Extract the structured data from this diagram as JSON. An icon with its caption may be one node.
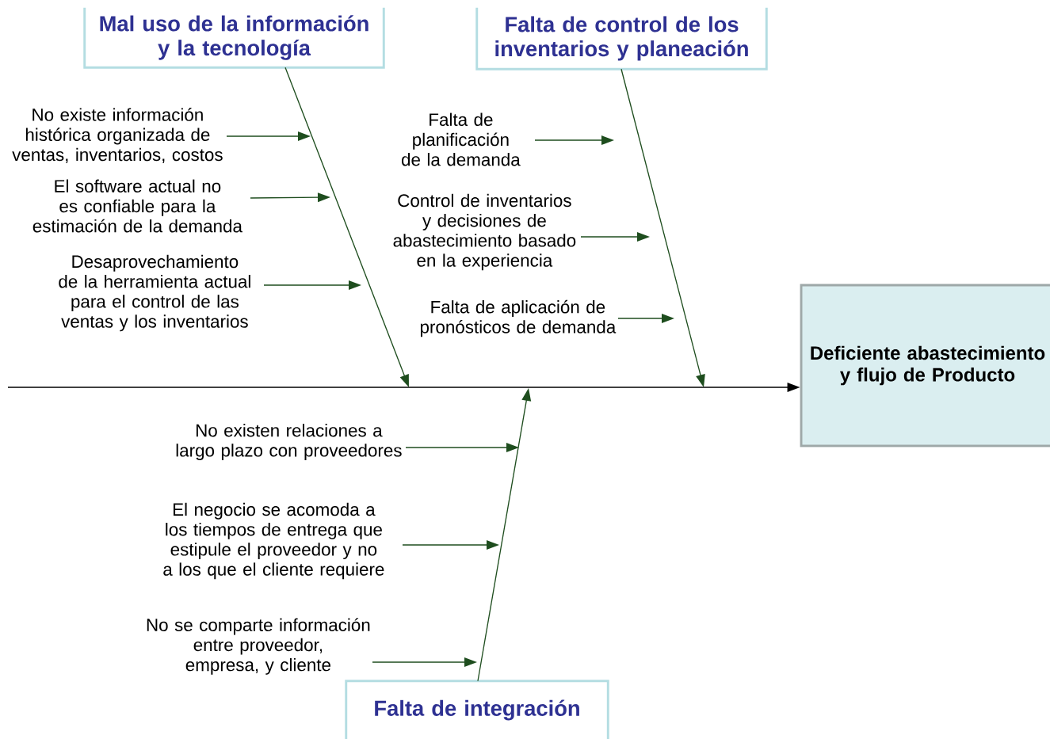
{
  "diagram": {
    "nodes": [
      {
        "text": [
          "Mal uso de la información y la tecnología"
        ]
      },
      {
        "text": [
          "Falta de control de los inventarios y planeación"
        ]
      },
      {
        "text": [
          "Falta de integración"
        ]
      },
      {
        "text": [
          "Deficiente abastecimiento y flujo de Producto"
        ]
      },
      {
        "text": [
          "No existe información histórica organizada de ventas, inventarios, costos"
        ]
      },
      {
        "text": [
          "El software actual no es confiable para la estimación de la demanda"
        ]
      },
      {
        "text": [
          "Desaprovechamiento de la herramienta actual para el control de las ventas y los inventarios"
        ]
      },
      {
        "text": [
          "Falta de planificación de la demanda"
        ]
      },
      {
        "text": [
          "Control de inventarios y decisiones de abastecimiento basado en la experiencia"
        ]
      },
      {
        "text": [
          "Falta de aplicación de pronósticos de demanda"
        ]
      },
      {
        "text": [
          "No existen relaciones a largo plazo con proveedores"
        ]
      },
      {
        "text": [
          "El negocio se acomoda a los tiempos de entrega que estipule el proveedor y no a los que el cliente requiere"
        ]
      },
      {
        "text": [
          "No se comparte información entre proveedor, empresa, y cliente"
        ]
      }
    ],
    "edges": [
      {
        "from": null,
        "to": 3,
        "arrow": "to",
        "color": "#000000"
      },
      {
        "from": 0,
        "to": null,
        "arrow": "to"
      },
      {
        "from": 1,
        "to": null,
        "arrow": "to"
      },
      {
        "from": 2,
        "to": null,
        "arrow": "to"
      },
      {
        "from": 4,
        "to": null,
        "arrow": "to"
      },
      {
        "from": 5,
        "to": null,
        "arrow": "to"
      },
      {
        "from": 6,
        "to": null,
        "arrow": "to"
      },
      {
        "from": 7,
        "to": null,
        "arrow": "to"
      },
      {
        "from": 8,
        "to": null,
        "arrow": "to"
      },
      {
        "from": 9,
        "to": null,
        "arrow": "to"
      },
      {
        "from": 10,
        "to": null,
        "arrow": "to"
      },
      {
        "from": 11,
        "to": null,
        "arrow": "to"
      },
      {
        "from": 12,
        "to": null,
        "arrow": "to"
      }
    ]
  }
}
